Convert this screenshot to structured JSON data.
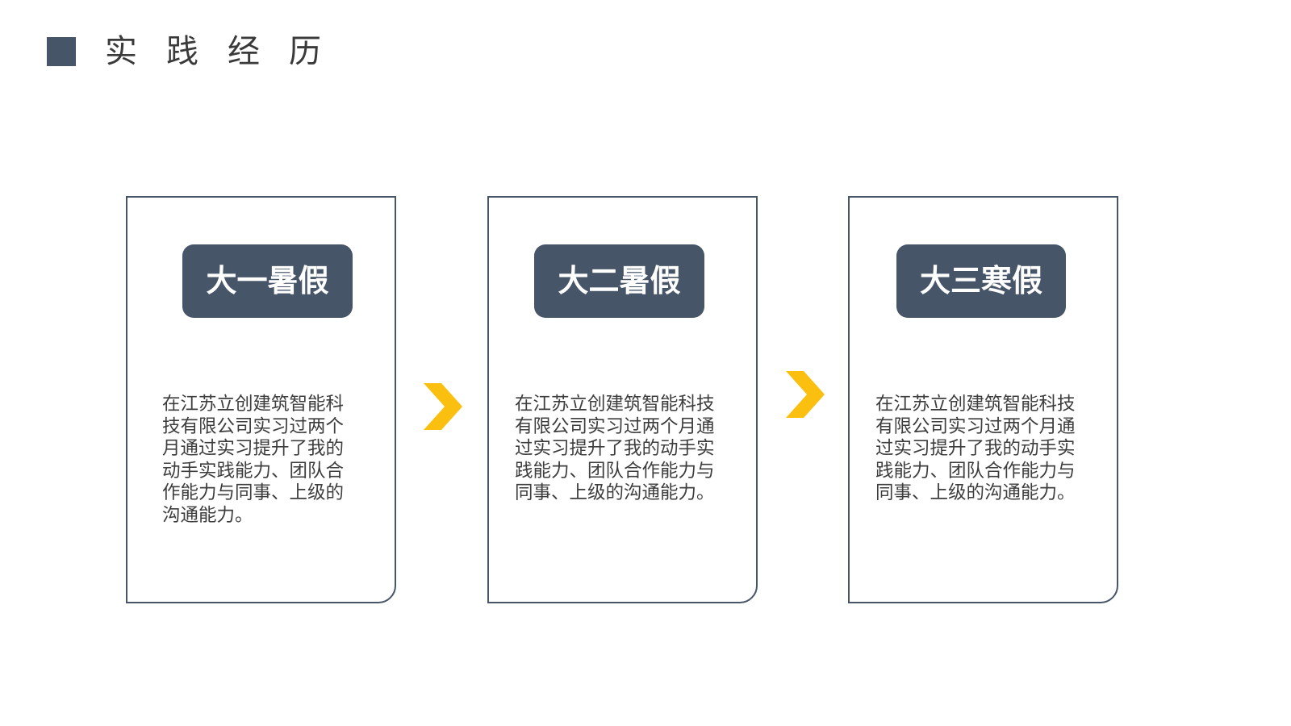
{
  "header": {
    "title": "实践经历",
    "accent_color": "#475569"
  },
  "cards": [
    {
      "badge": "大一暑假",
      "text": "在江苏立创建筑智能科技有限公司实习过两个月通过实习提升了我的动手实践能力、团队合作能力与同事、上级的沟通能力。"
    },
    {
      "badge": "大二暑假",
      "text": "在江苏立创建筑智能科技有限公司实习过两个月通过实习提升了我的动手实践能力、团队合作能力与同事、上级的沟通能力。"
    },
    {
      "badge": "大三寒假",
      "text": "在江苏立创建筑智能科技有限公司实习过两个月通过实习提升了我的动手实践能力、团队合作能力与同事、上级的沟通能力。"
    }
  ],
  "connectors": [
    {
      "icon": "chevron-right-icon",
      "color": "#FBBF0F"
    },
    {
      "icon": "chevron-right-icon",
      "color": "#FBBF0F"
    }
  ]
}
